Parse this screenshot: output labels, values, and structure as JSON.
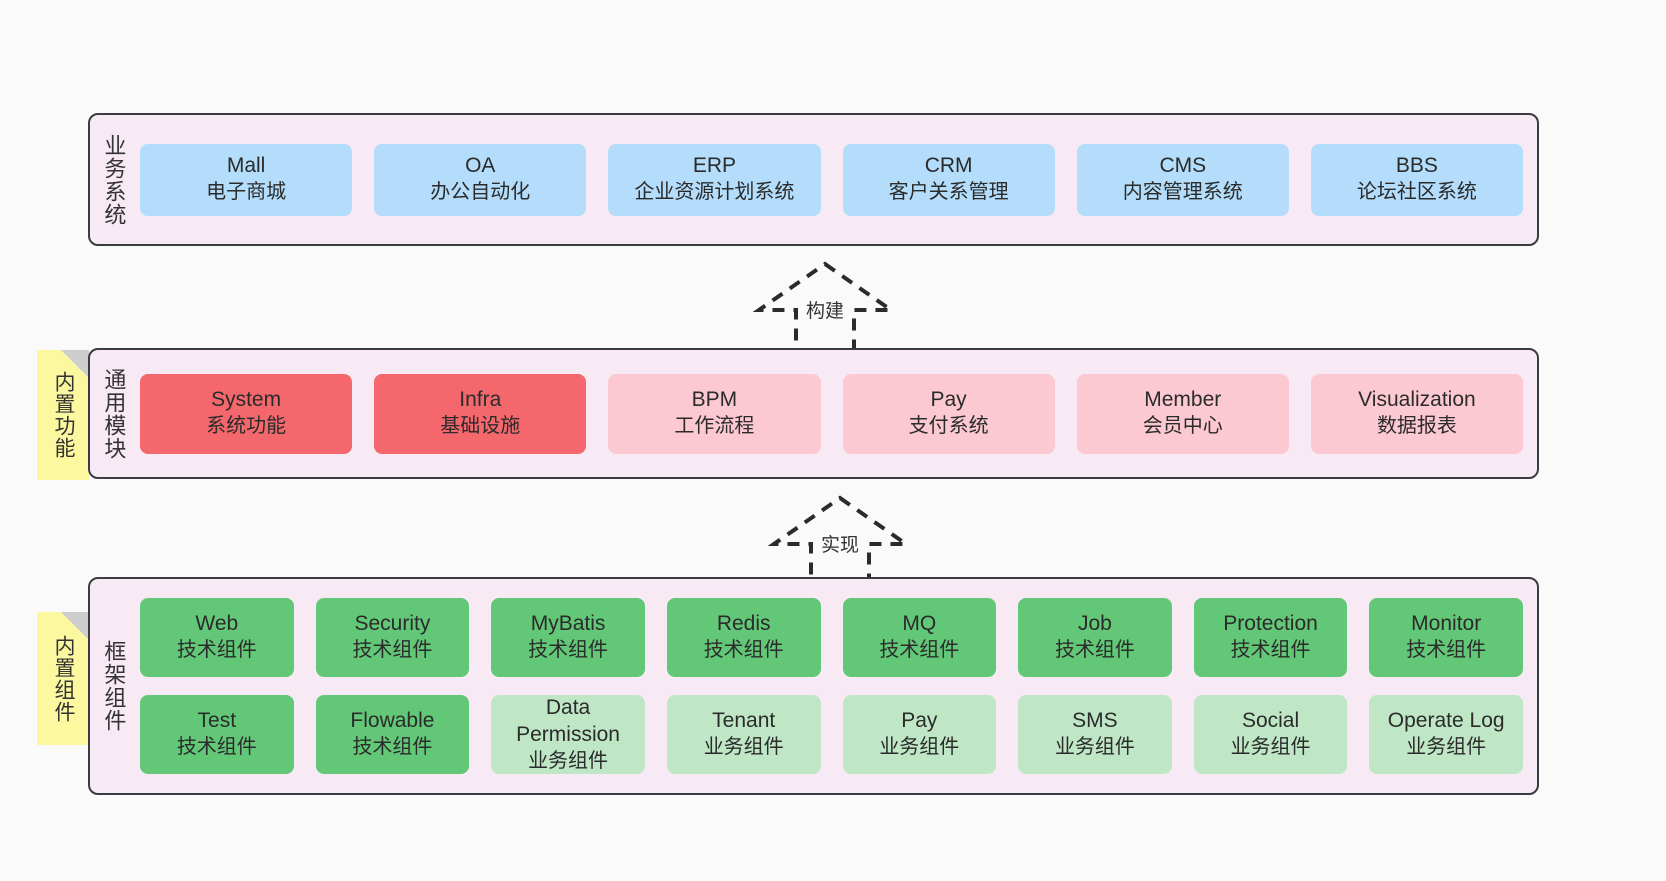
{
  "diagram": {
    "title_hidden": "",
    "colors": {
      "page_background": "#fafafa",
      "band_background": "#f8eaf4",
      "band_border": "#3b3b42",
      "business_node": "#b3ddfb",
      "common_core_node": "#f4676c",
      "common_node": "#fcc9d3",
      "tech_component_node": "#62c878",
      "business_component_node": "#bfe7c6",
      "sticky_note": "#fbf8a0",
      "sticky_fold": "#cdcdcd"
    }
  },
  "bands": {
    "business": {
      "title": "业务系统",
      "nodes": [
        {
          "en": "Mall",
          "cn": "电子商城"
        },
        {
          "en": "OA",
          "cn": "办公自动化"
        },
        {
          "en": "ERP",
          "cn": "企业资源计划系统"
        },
        {
          "en": "CRM",
          "cn": "客户关系管理"
        },
        {
          "en": "CMS",
          "cn": "内容管理系统"
        },
        {
          "en": "BBS",
          "cn": "论坛社区系统"
        }
      ]
    },
    "common": {
      "title": "通用模块",
      "sticky": "内置功能",
      "nodes": [
        {
          "en": "System",
          "cn": "系统功能",
          "style": "red"
        },
        {
          "en": "Infra",
          "cn": "基础设施",
          "style": "red"
        },
        {
          "en": "BPM",
          "cn": "工作流程",
          "style": "pink"
        },
        {
          "en": "Pay",
          "cn": "支付系统",
          "style": "pink"
        },
        {
          "en": "Member",
          "cn": "会员中心",
          "style": "pink"
        },
        {
          "en": "Visualization",
          "cn": "数据报表",
          "style": "pink"
        }
      ]
    },
    "framework": {
      "title": "框架组件",
      "sticky": "内置组件",
      "row1": [
        {
          "en": "Web",
          "cn": "技术组件"
        },
        {
          "en": "Security",
          "cn": "技术组件"
        },
        {
          "en": "MyBatis",
          "cn": "技术组件"
        },
        {
          "en": "Redis",
          "cn": "技术组件"
        },
        {
          "en": "MQ",
          "cn": "技术组件"
        },
        {
          "en": "Job",
          "cn": "技术组件"
        },
        {
          "en": "Protection",
          "cn": "技术组件"
        },
        {
          "en": "Monitor",
          "cn": "技术组件"
        }
      ],
      "row2": [
        {
          "en": "Test",
          "cn": "技术组件",
          "style": "green"
        },
        {
          "en": "Flowable",
          "cn": "技术组件",
          "style": "green"
        },
        {
          "en": "Data Permission",
          "cn": "业务组件",
          "style": "green-lite"
        },
        {
          "en": "Tenant",
          "cn": "业务组件",
          "style": "green-lite"
        },
        {
          "en": "Pay",
          "cn": "业务组件",
          "style": "green-lite"
        },
        {
          "en": "SMS",
          "cn": "业务组件",
          "style": "green-lite"
        },
        {
          "en": "Social",
          "cn": "业务组件",
          "style": "green-lite"
        },
        {
          "en": "Operate Log",
          "cn": "业务组件",
          "style": "green-lite"
        }
      ]
    }
  },
  "connectors": [
    {
      "label": "构建",
      "from": "通用模块",
      "to": "业务系统"
    },
    {
      "label": "实现",
      "from": "框架组件",
      "to": "通用模块"
    }
  ]
}
